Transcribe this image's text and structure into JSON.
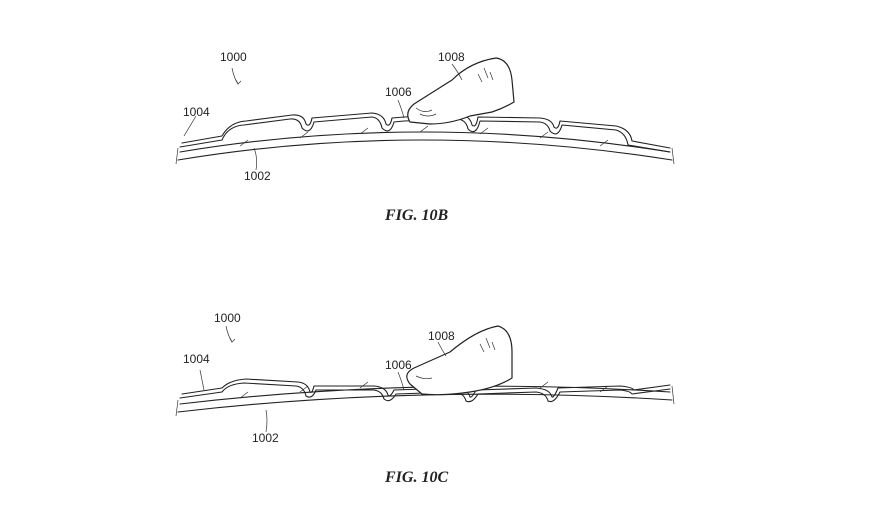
{
  "figures": [
    {
      "caption": "FIG. 10B",
      "labels": {
        "device": "1000",
        "cover": "1004",
        "base": "1002",
        "key": "1006",
        "finger": "1008"
      }
    },
    {
      "caption": "FIG. 10C",
      "labels": {
        "device": "1000",
        "cover": "1004",
        "base": "1002",
        "key": "1006",
        "finger": "1008"
      }
    }
  ]
}
